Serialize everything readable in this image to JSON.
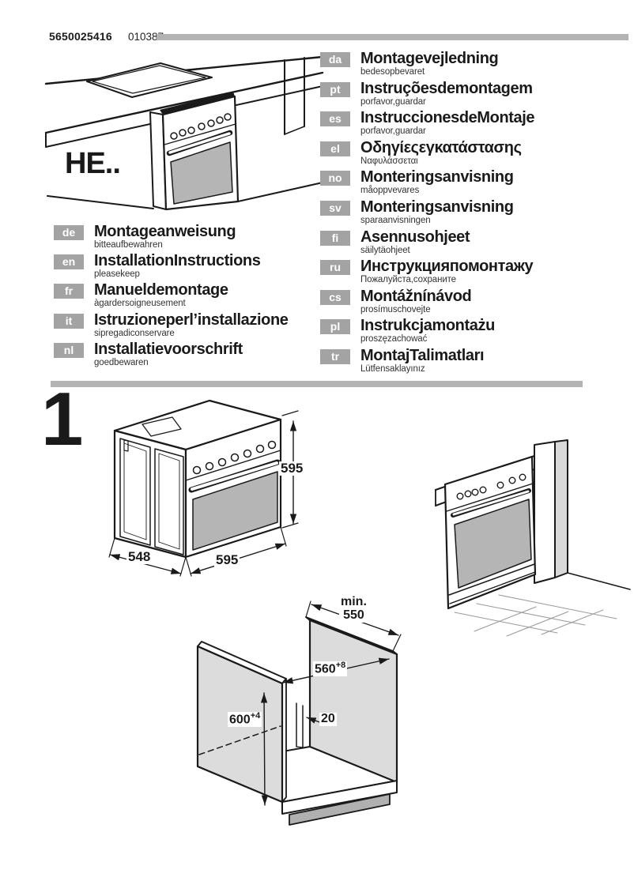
{
  "header": {
    "doc_number": "5650025416",
    "doc_code": "010387"
  },
  "model": {
    "label": "HE.."
  },
  "figure": {
    "number": "1",
    "dims": {
      "oven_height": "595",
      "oven_depth": "548",
      "oven_width": "595",
      "niche_min_label": "min.",
      "niche_min_depth": "550",
      "niche_width": "560",
      "niche_width_tol": "+8",
      "niche_height": "600",
      "niche_height_tol": "+4",
      "gap": "20"
    }
  },
  "languages_left": [
    {
      "code": "de",
      "title": "Montageanweisung",
      "subtitle": "bitteaufbewahren"
    },
    {
      "code": "en",
      "title": "InstallationInstructions",
      "subtitle": "pleasekeep"
    },
    {
      "code": "fr",
      "title": "Manueldemontage",
      "subtitle": "àgardersoigneusement"
    },
    {
      "code": "it",
      "title": "Istruzioneperl’installazione",
      "subtitle": "sipregadiconservare"
    },
    {
      "code": "nl",
      "title": "Installatievoorschrift",
      "subtitle": "goedbewaren"
    }
  ],
  "languages_right": [
    {
      "code": "da",
      "title": "Montagevejledning",
      "subtitle": "bedesopbevaret"
    },
    {
      "code": "pt",
      "title": "Instruçõesdemontagem",
      "subtitle": "porfavor,guardar"
    },
    {
      "code": "es",
      "title": "InstruccionesdeMontaje",
      "subtitle": "porfavor,guardar"
    },
    {
      "code": "el",
      "title": "Οδηγίεςεγκατάστασης",
      "subtitle": "Ναφυλάσσεται"
    },
    {
      "code": "no",
      "title": "Monteringsanvisning",
      "subtitle": "måoppvevares"
    },
    {
      "code": "sv",
      "title": "Monteringsanvisning",
      "subtitle": "sparaanvisningen"
    },
    {
      "code": "fi",
      "title": "Asennusohjeet",
      "subtitle": "säilytäohjeet"
    },
    {
      "code": "ru",
      "title": "Инструкцияпомонтажу",
      "subtitle": "Пожалуйста,сохраните"
    },
    {
      "code": "cs",
      "title": "Montážnínávod",
      "subtitle": "prosímuschovejte"
    },
    {
      "code": "pl",
      "title": "Instrukcjamontażu",
      "subtitle": "proszęzachować"
    },
    {
      "code": "tr",
      "title": "MontajTalimatları",
      "subtitle": "Lütfensaklayınız"
    }
  ],
  "colors": {
    "bar_gray": "#b3b3b3",
    "badge_gray": "#a3a3a3",
    "panel_gray": "#dcdcdc",
    "glass_gray": "#b5b5b5",
    "line_black": "#1a1a1a"
  }
}
